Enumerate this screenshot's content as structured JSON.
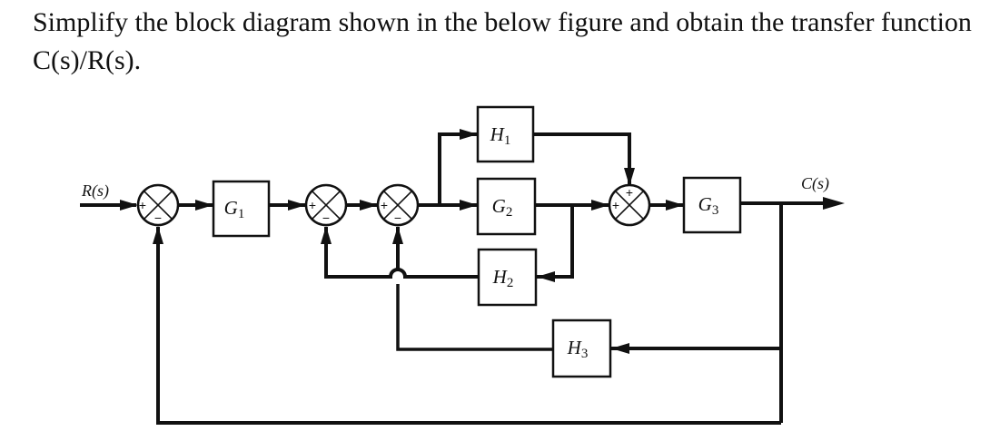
{
  "question": {
    "line1": "Simplify the block diagram shown in the below figure and obtain the transfer function",
    "line2": "C(s)/R(s)."
  },
  "signals": {
    "input": "R(s)",
    "output": "C(s)"
  },
  "blocks": {
    "G1": {
      "name": "G",
      "sub": "1"
    },
    "G2": {
      "name": "G",
      "sub": "2"
    },
    "G3": {
      "name": "G",
      "sub": "3"
    },
    "H1": {
      "name": "H",
      "sub": "1"
    },
    "H2": {
      "name": "H",
      "sub": "2"
    },
    "H3": {
      "name": "H",
      "sub": "3"
    }
  },
  "summers": {
    "s1": {
      "left": "+",
      "bottom": "−"
    },
    "s2": {
      "left": "+",
      "bottom": "−"
    },
    "s3": {
      "left": "+",
      "bottom": "−"
    },
    "s4": {
      "left": "+",
      "top": "+"
    }
  },
  "connections": [
    {
      "from": "R(s)",
      "to": "summer-1",
      "sign": "+"
    },
    {
      "from": "summer-1",
      "to": "G1"
    },
    {
      "from": "G1",
      "to": "summer-2",
      "sign": "+"
    },
    {
      "from": "summer-2",
      "to": "summer-3",
      "sign": "+"
    },
    {
      "from": "summer-3",
      "to": "G2"
    },
    {
      "from": "summer-3",
      "to": "H1"
    },
    {
      "from": "H1",
      "to": "summer-4",
      "sign": "+"
    },
    {
      "from": "G2",
      "to": "summer-4",
      "sign": "+"
    },
    {
      "from": "G2",
      "to": "H2"
    },
    {
      "from": "H2",
      "to": "summer-2",
      "sign": "−"
    },
    {
      "from": "summer-4",
      "to": "G3"
    },
    {
      "from": "G3",
      "to": "C(s)"
    },
    {
      "from": "C(s)",
      "to": "H3"
    },
    {
      "from": "H3",
      "to": "summer-3",
      "sign": "−"
    },
    {
      "from": "C(s)",
      "to": "summer-1",
      "sign": "−"
    }
  ]
}
